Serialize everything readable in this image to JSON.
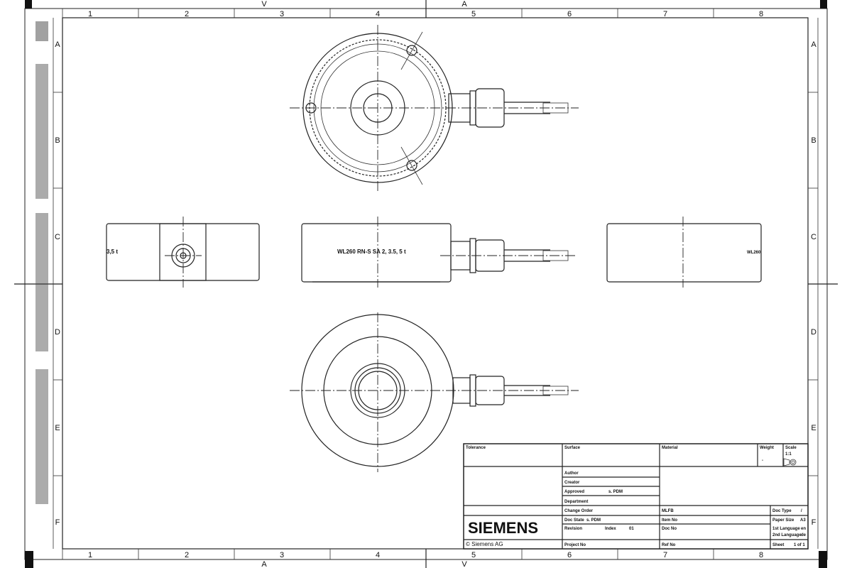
{
  "sheet": {
    "columns": [
      "1",
      "2",
      "3",
      "4",
      "5",
      "6",
      "7",
      "8"
    ],
    "rows": [
      "A",
      "B",
      "C",
      "D",
      "E",
      "F"
    ],
    "fold_marks": [
      "V",
      "A"
    ]
  },
  "views": {
    "front_label": "WL260 RN-S SA 2, 3.5, 5 t",
    "left_label": "3,5 t",
    "right_label": "WL260"
  },
  "title_block": {
    "tolerance": "Tolerance",
    "surface": "Surface",
    "material": "Material",
    "weight": "Weight",
    "weight_value": "-",
    "scale": "Scale",
    "scale_value": "1:1",
    "author": "Author",
    "creator": "Creator",
    "approved": "Approved",
    "approved_value": "s. PDM",
    "department": "Department",
    "change_order": "Change Order",
    "doc_state": "Doc State",
    "doc_state_value": "s. PDM",
    "revision": "Revision",
    "index": "Index",
    "index_value": "01",
    "project_no": "Project No",
    "mlfb": "MLFB",
    "item_no": "Item No",
    "doc_no": "Doc No",
    "ref_no": "Ref No",
    "doc_type": "Doc Type",
    "doc_type_value": "/",
    "paper_size": "Paper Size",
    "paper_size_value": "A3",
    "first_language": "1st Language",
    "first_language_value": "en",
    "second_language": "2nd Language",
    "second_language_value": "de",
    "sheet": "Sheet",
    "sheet_value": "1 of 1",
    "logo": "SIEMENS",
    "copyright": "© Siemens AG"
  }
}
